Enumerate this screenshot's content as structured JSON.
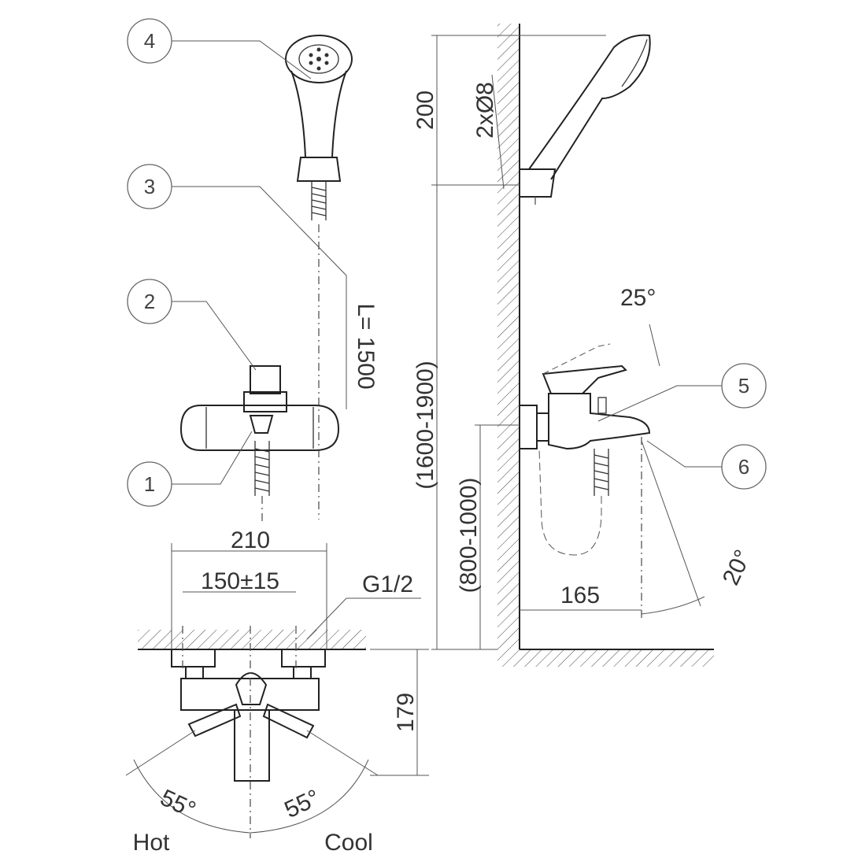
{
  "callouts": [
    "1",
    "2",
    "3",
    "4",
    "5",
    "6"
  ],
  "dimensions": {
    "hose_length": "L= 1500",
    "head_height": "200",
    "holes": "2xØ8",
    "mount_height": "(1600-1900)",
    "mixer_height": "(800-1000)",
    "spout_projection": "165",
    "lever_angle": "25°",
    "spout_angle": "20°",
    "overall_width": "210",
    "centers": "150±15",
    "thread": "G1/2",
    "depth": "179",
    "hot_angle": "55°",
    "cool_angle": "55°"
  },
  "labels": {
    "hot": "Hot",
    "cool": "Cool"
  }
}
